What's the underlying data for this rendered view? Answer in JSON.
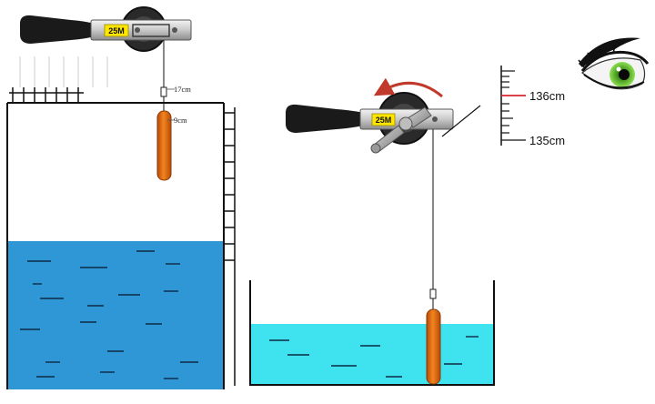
{
  "tape_a": {
    "badge": "25M",
    "cable_mark": "17cm",
    "sensor_mark": "9cm"
  },
  "tape_b": {
    "badge": "25M"
  },
  "ruler": {
    "upper_reading": "136cm",
    "lower_reading": "135cm"
  },
  "colors": {
    "tank_water": "#2f97d6",
    "trough_water": "#3fe3f0",
    "sensor_orange": "#e06a12",
    "badge_yellow": "#ffe600",
    "ruler_red_mark": "#d7262d",
    "rotation_arrow": "#c0392b",
    "eye_iris": "#58c52a"
  },
  "icons": [
    "eye-icon",
    "rotation-arrow-icon",
    "crank-handle-icon",
    "reel-icon"
  ]
}
